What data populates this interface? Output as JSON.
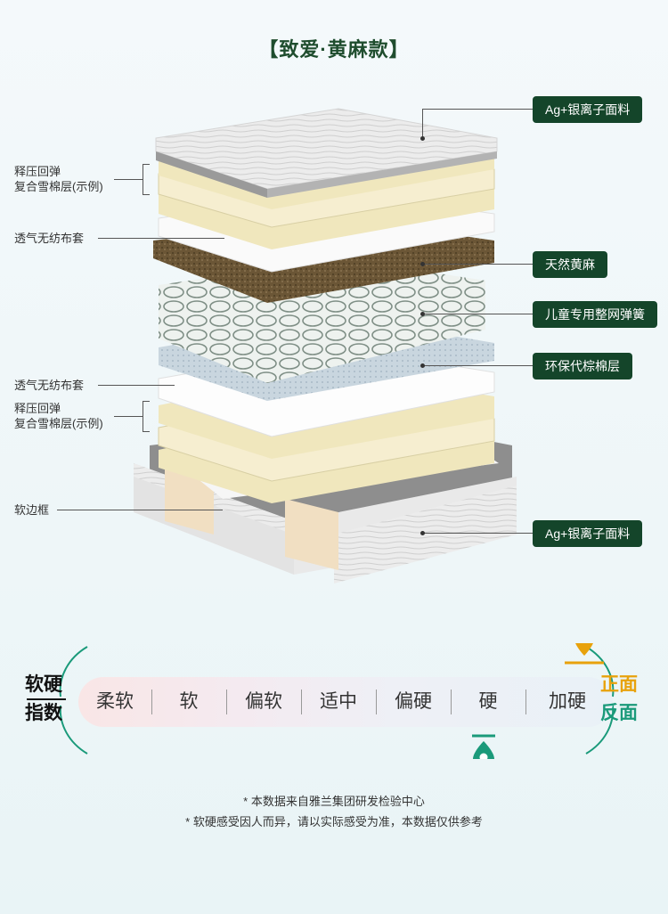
{
  "title": "【致爱·黄麻款】",
  "tags": {
    "top_fabric": "Ag+银离子面料",
    "jute": "天然黄麻",
    "spring": "儿童专用整网弹簧",
    "palm": "环保代棕棉层",
    "bottom_fabric": "Ag+银离子面料"
  },
  "labels": {
    "foam_top_1": "释压回弹",
    "foam_top_2": "复合雪棉层(示例)",
    "nonwoven_top": "透气无纺布套",
    "nonwoven_bottom": "透气无纺布套",
    "foam_bottom_1": "释压回弹",
    "foam_bottom_2": "复合雪棉层(示例)",
    "frame": "软边框"
  },
  "scale": {
    "left_top": "软硬",
    "left_bottom": "指数",
    "levels": [
      "柔软",
      "软",
      "偏软",
      "适中",
      "偏硬",
      "硬",
      "加硬"
    ],
    "front_label": "正面",
    "back_label": "反面",
    "front_level": "加硬",
    "back_level": "硬"
  },
  "notes": [
    "* 本数据来自雅兰集团研发检验中心",
    "* 软硬感受因人而异，请以实际感受为准，本数据仅供参考"
  ],
  "colors": {
    "tag_bg": "#14452a",
    "front_accent": "#e8a20c",
    "back_accent": "#1a9a7a"
  }
}
